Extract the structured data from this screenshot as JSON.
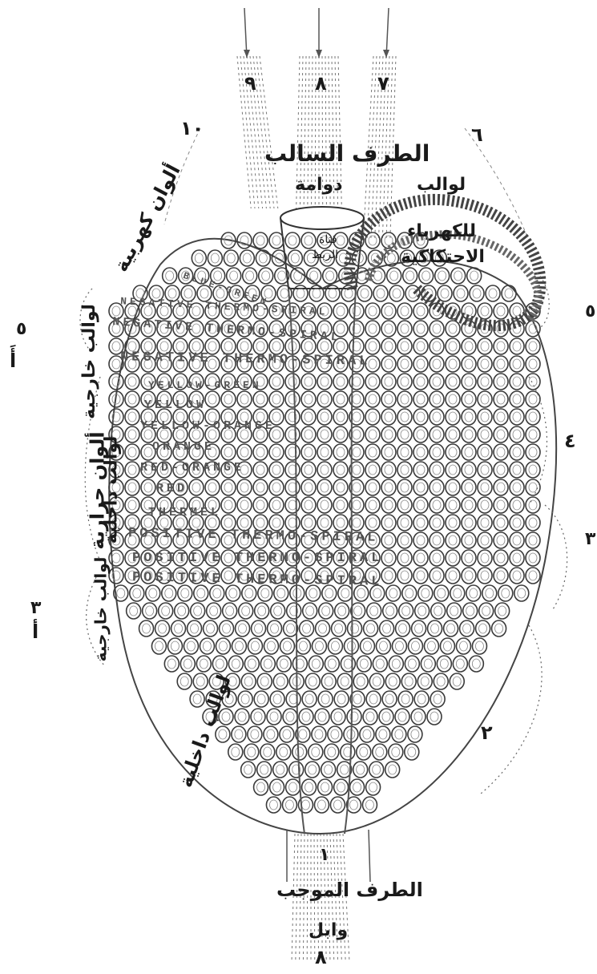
{
  "diagram": {
    "top_labels": {
      "negative_end": "الطرف السالب",
      "vortex": "دوامة",
      "connecting_channel_line1": "قناة",
      "connecting_channel_line2": "الربط",
      "frictional_line1": "لوالب",
      "frictional_line2": "للكهرباء",
      "frictional_line3": "الاحتكاكية",
      "electric_colors": "ألوان كهربية"
    },
    "side_labels": {
      "outer_spirals_upper": "لوالب خارجية",
      "thermal_colors": "ألوان حرارية",
      "inner_spirals": "لوالب داخلية",
      "outer_spirals_lower": "لوالب خارجية",
      "inner_spirals_lower": "لوالب داخلية"
    },
    "bottom_labels": {
      "positive_end": "الطرف الموجب",
      "stream": "وابل"
    },
    "numbers": {
      "n9": "٩",
      "n8_top": "٨",
      "n7": "٧",
      "n10": "١٠",
      "n6": "٦",
      "n5_right": "٥",
      "n5_left": "٥",
      "a_prime": "أَ",
      "n4": "٤",
      "n3_right": "٣",
      "n3_left": "٣",
      "a": "أ",
      "n2": "٢",
      "n1": "١",
      "n8_bottom": "٨"
    },
    "band_words": {
      "blue_green": "BLUE-GREEN",
      "neg1": "NEGATIVE THERMO-SPIRAL",
      "neg2": "NEGATIVE THERMO-SPIRAL",
      "neg3": "NEGATIVE THERMO-SPIRAL",
      "yellow_green": "YELLOW-GREEN",
      "yellow": "YELLOW",
      "yellow_orange": "YELLOW-ORANGE",
      "orange": "ORANGE",
      "red_orange": "RED-ORANGE",
      "red": "RED",
      "thermel": "THERMEL",
      "pos1": "POSITIVE THERMO-SPIRAL",
      "pos2": "POSITIVE THERMO-SPIRAL",
      "pos3": "POSITIVE THERMO-SPIRAL"
    }
  }
}
